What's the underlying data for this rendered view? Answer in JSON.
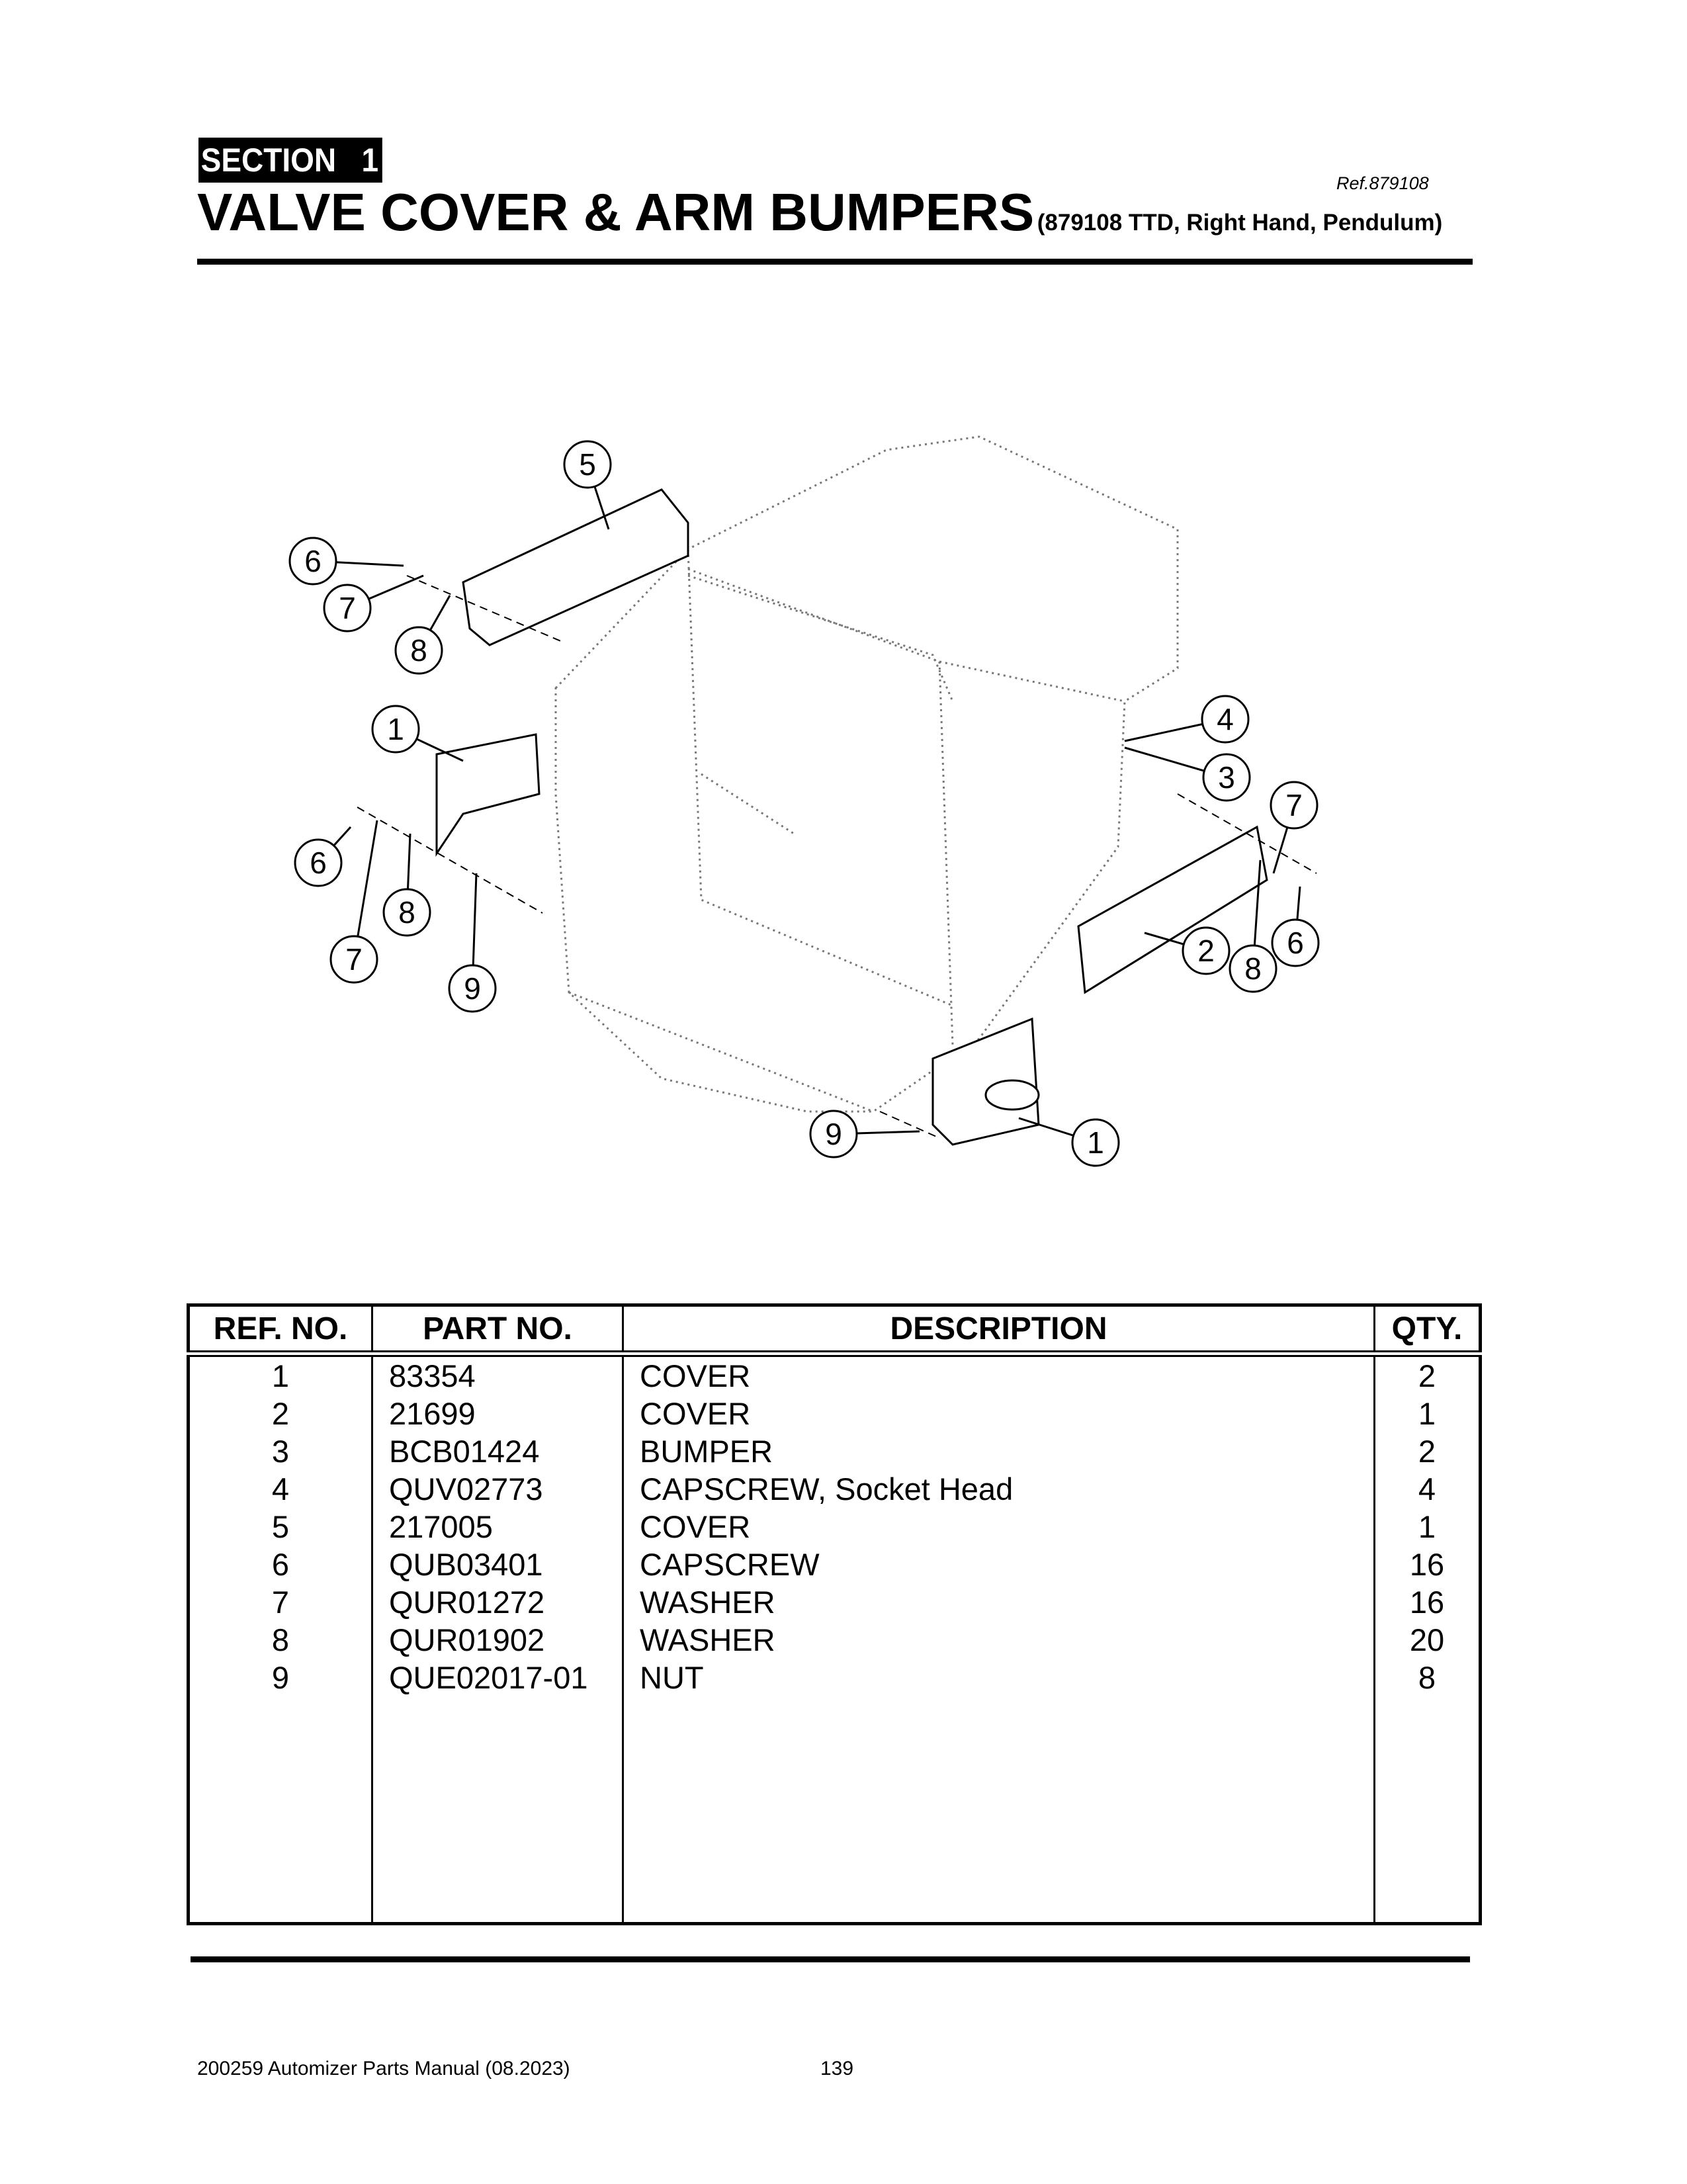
{
  "header": {
    "section_label": "SECTION   1",
    "ref": "Ref.879108",
    "title": "VALVE COVER & ARM BUMPERS",
    "subtitle": "(879108 TTD, Right Hand, Pendulum)"
  },
  "diagram": {
    "callouts": [
      "5",
      "6",
      "7",
      "8",
      "1",
      "4",
      "3",
      "7",
      "6",
      "8",
      "7",
      "9",
      "2",
      "8",
      "6",
      "9",
      "1"
    ]
  },
  "table": {
    "headers": [
      "REF. NO.",
      "PART NO.",
      "DESCRIPTION",
      "QTY."
    ],
    "rows": [
      [
        "1",
        "83354",
        "COVER",
        "2"
      ],
      [
        "2",
        "21699",
        "COVER",
        "1"
      ],
      [
        "3",
        "BCB01424",
        "BUMPER",
        "2"
      ],
      [
        "4",
        "QUV02773",
        "CAPSCREW, Socket Head",
        "4"
      ],
      [
        "5",
        "217005",
        "COVER",
        "1"
      ],
      [
        "6",
        "QUB03401",
        "CAPSCREW",
        "16"
      ],
      [
        "7",
        "QUR01272",
        "WASHER",
        "16"
      ],
      [
        "8",
        "QUR01902",
        "WASHER",
        "20"
      ],
      [
        "9",
        "QUE02017-01",
        "NUT",
        "8"
      ]
    ]
  },
  "footer": {
    "manual": "200259 Automizer Parts Manual (08.2023)",
    "page": "139"
  }
}
